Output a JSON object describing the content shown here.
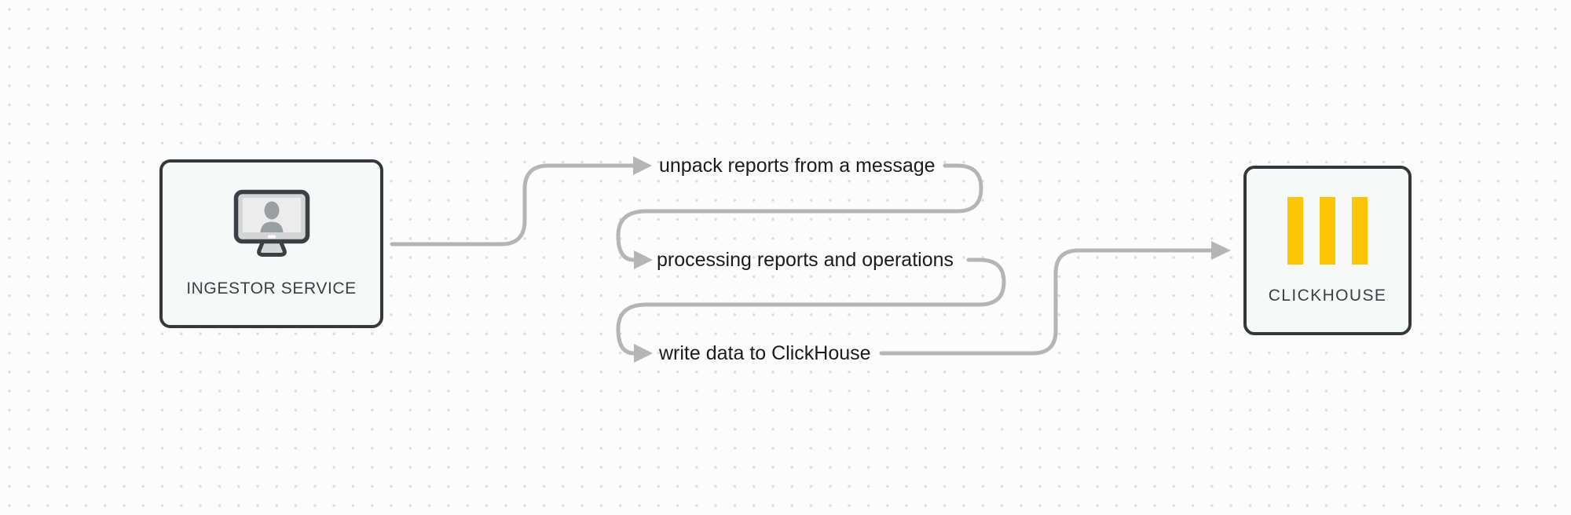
{
  "diagram": {
    "flow_from": "ingestor",
    "flow_to": "clickhouse"
  },
  "nodes": {
    "ingestor": {
      "label": "INGESTOR SERVICE",
      "icon": "monitor-user-icon"
    },
    "clickhouse": {
      "label": "CLICKHOUSE",
      "icon": "clickhouse-bars-icon"
    }
  },
  "steps": [
    {
      "label": "unpack reports from a message"
    },
    {
      "label": "processing reports and operations"
    },
    {
      "label": "write data to ClickHouse"
    }
  ],
  "colors": {
    "background": "#fcfcfc",
    "dot": "#dcdede",
    "connector": "#b5b5b5",
    "node_border": "#33383d",
    "node_fill": "#f7f8f8",
    "step_text": "#1b1c1e",
    "node_label": "#3b4045",
    "clickhouse_yellow": "#fdc605",
    "icon_outline": "#3b4045",
    "icon_body": "#d4d5d5",
    "icon_screen": "#ececec",
    "icon_person": "#9aa0a2"
  }
}
